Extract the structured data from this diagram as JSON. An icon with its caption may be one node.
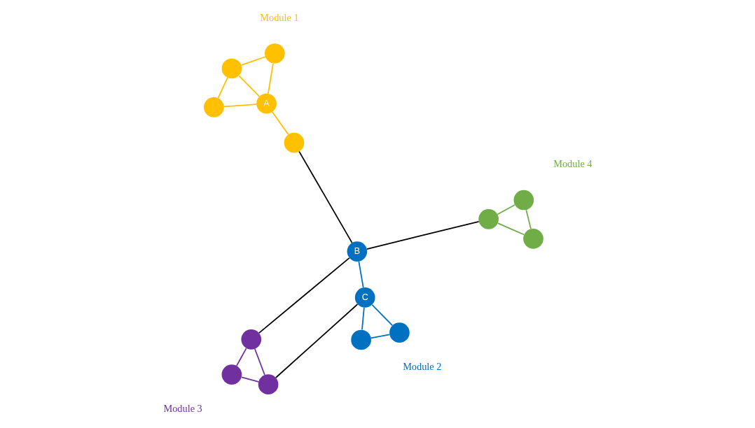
{
  "diagram": {
    "nodes": [
      {
        "text": [],
        "shape": "circle"
      },
      {
        "text": [],
        "shape": "circle"
      },
      {
        "text": [
          "A"
        ]
      },
      {
        "text": [],
        "shape": "circle"
      },
      {
        "text": [],
        "shape": "circle"
      },
      {
        "text": [
          "C"
        ]
      },
      {
        "text": [],
        "shape": "circle"
      },
      {
        "text": [],
        "shape": "circle"
      },
      {
        "text": [
          "B"
        ]
      },
      {
        "text": [],
        "shape": "circle"
      },
      {
        "text": [],
        "shape": "circle"
      },
      {
        "text": [],
        "shape": "circle"
      },
      {
        "text": [],
        "shape": "circle"
      },
      {
        "text": [],
        "shape": "circle"
      },
      {
        "text": [],
        "shape": "circle"
      }
    ],
    "edges": [
      {
        "from": 0,
        "to": 1,
        "arrow": "none",
        "color": "#ffc000"
      },
      {
        "from": 0,
        "to": 2,
        "arrow": "none",
        "color": "#ffc000"
      },
      {
        "from": 0,
        "to": 3,
        "arrow": "none",
        "color": "#ffc000"
      },
      {
        "from": 1,
        "to": 2,
        "arrow": "none",
        "color": "#ffc000"
      },
      {
        "from": 2,
        "to": 3,
        "arrow": "none",
        "color": "#ffc000"
      },
      {
        "from": 2,
        "to": 4,
        "arrow": "none",
        "color": "#ffc000"
      },
      {
        "from": 5,
        "to": 6,
        "arrow": "none",
        "color": "#0070c0"
      },
      {
        "from": 5,
        "to": 7,
        "arrow": "none",
        "color": "#0070c0"
      },
      {
        "from": 6,
        "to": 7,
        "arrow": "none",
        "color": "#0070c0"
      },
      {
        "from": 5,
        "to": 8,
        "arrow": "none",
        "color": "#0070c0"
      },
      {
        "from": 9,
        "to": 10,
        "arrow": "none",
        "color": "#7030a0"
      },
      {
        "from": 9,
        "to": 11,
        "arrow": "none",
        "color": "#7030a0"
      },
      {
        "from": 10,
        "to": 11,
        "arrow": "none",
        "color": "#7030a0"
      },
      {
        "from": 12,
        "to": 13,
        "arrow": "none",
        "color": "#70ad47"
      },
      {
        "from": 12,
        "to": 14,
        "arrow": "none",
        "color": "#70ad47"
      },
      {
        "from": 13,
        "to": 14,
        "arrow": "none",
        "color": "#70ad47"
      },
      {
        "from": 4,
        "to": 8,
        "arrow": "none",
        "color": "#000000"
      },
      {
        "from": 5,
        "to": 9,
        "arrow": "none",
        "color": "#000000"
      },
      {
        "from": 8,
        "to": 11,
        "arrow": "none",
        "color": "#000000"
      },
      {
        "from": 8,
        "to": 12,
        "arrow": "none",
        "color": "#000000"
      }
    ],
    "labels": [
      "Module 1",
      "Module 2",
      "Module 3",
      "Module 4"
    ]
  }
}
